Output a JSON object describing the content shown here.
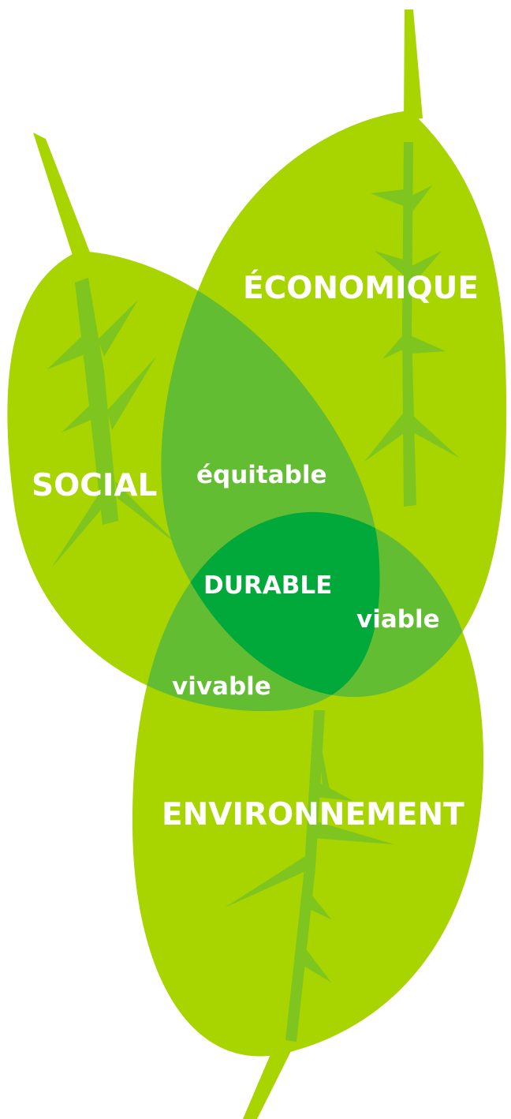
{
  "diagram": {
    "labels": {
      "social": "SOCIAL",
      "economique": "ÉCONOMIQUE",
      "environnement": "ENVIRONNEMENT",
      "equitable": "équitable",
      "viable": "viable",
      "vivable": "vivable",
      "durable": "DURABLE"
    },
    "colors": {
      "leaf": "#a8d400",
      "vein": "#7ec51f",
      "overlap_pair": "#62bd32",
      "overlap_center": "#00a93a",
      "text": "#ffffff"
    }
  }
}
